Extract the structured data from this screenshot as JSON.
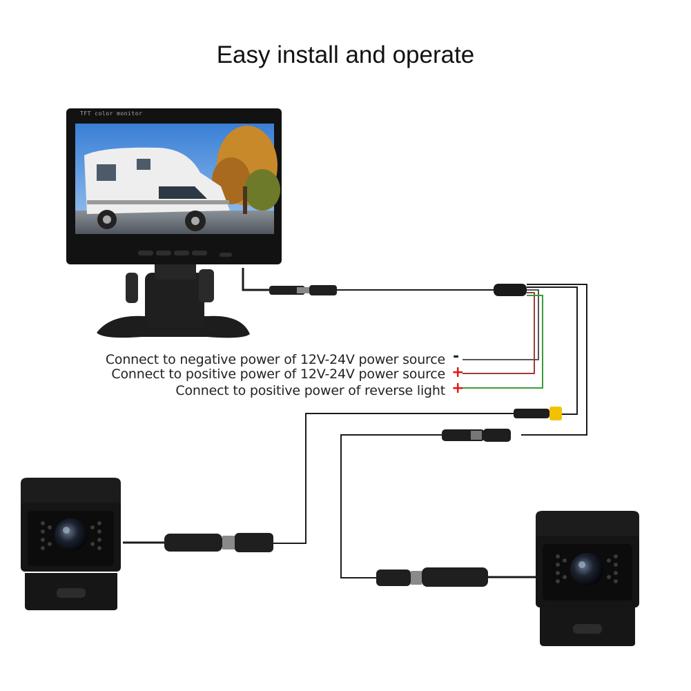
{
  "title": "Easy install and operate",
  "monitor": {
    "caption": "TFT color monitor"
  },
  "wiring_labels": [
    {
      "text": "Connect to negative power of 12V-24V power source",
      "sign": "-",
      "wire_color": "#555555"
    },
    {
      "text": "Connect to positive power of 12V-24V power source",
      "sign": "+",
      "wire_color": "#a03a3a"
    },
    {
      "text": "Connect to positive power of reverse light",
      "sign": "+",
      "wire_color": "#3a9a3a"
    }
  ],
  "colors": {
    "accent_red": "#e01b1b",
    "rca_yellow": "#f2c200",
    "cable": "#222222"
  },
  "icons": [
    "monitor-icon",
    "camera-icon",
    "camera-icon",
    "connector-icon"
  ]
}
